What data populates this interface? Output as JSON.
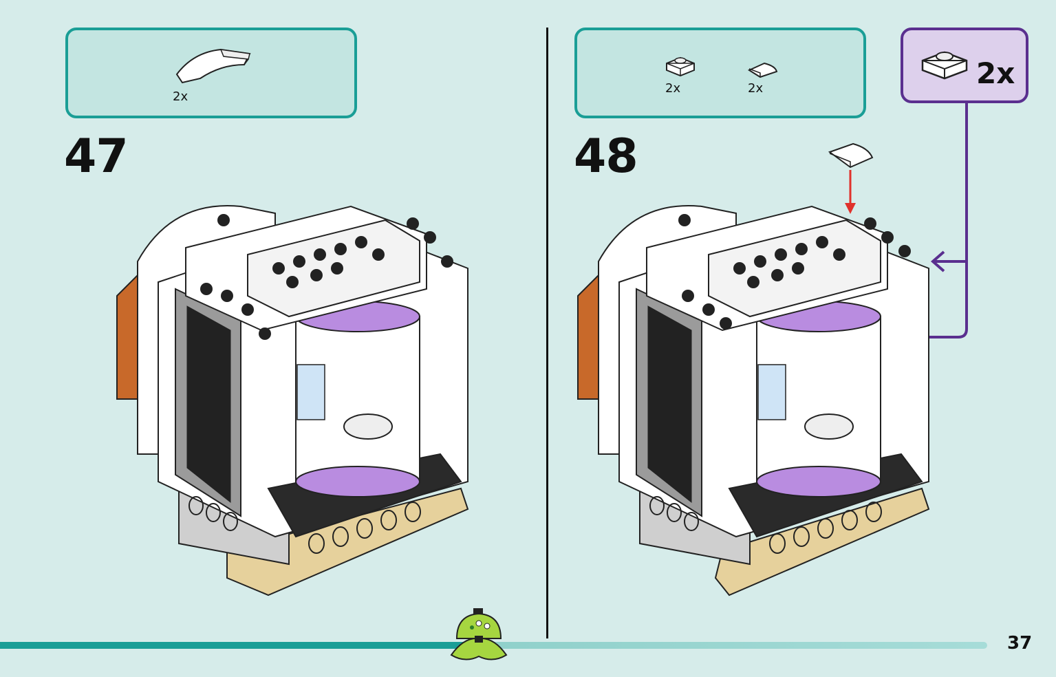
{
  "page": {
    "number": "37",
    "accent_color": "#1a9e96",
    "callout_color": "#5a2f8f",
    "background_color": "#d6ecea"
  },
  "steps": [
    {
      "number": "47",
      "parts": [
        {
          "icon": "curved-slope-brick-icon",
          "quantity": "2x"
        }
      ]
    },
    {
      "number": "48",
      "parts": [
        {
          "icon": "plate-1x1-icon",
          "quantity": "2x"
        },
        {
          "icon": "quarter-round-tile-icon",
          "quantity": "2x"
        }
      ],
      "callout": {
        "icon": "plate-1x1-icon",
        "quantity": "2x"
      }
    }
  ]
}
